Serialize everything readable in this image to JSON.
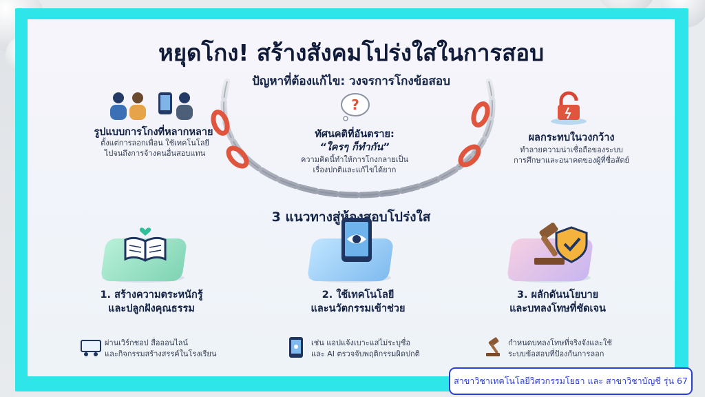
{
  "poster": {
    "title": "หยุดโกง! สร้างสังคมโปร่งใสในการสอบ",
    "subtitle": "ปัญหาที่ต้องแก้ไข: วงจรการโกงข้อสอบ",
    "problems": [
      {
        "title": "รูปแบบการโกงที่หลากหลาย",
        "desc_lines": [
          "ตั้งแต่การลอกเพื่อน ใช้เทคโนโลยี",
          "ไปจนถึงการจ้างคนอื่นสอบแทน"
        ]
      },
      {
        "title": "ทัศนคติที่อันตราย:",
        "quote": "“ใครๆ ก็ทำกัน”",
        "desc_lines": [
          "ความคิดนี้ทำให้การโกงกลายเป็น",
          "เรื่องปกติและแก้ไขได้ยาก"
        ]
      },
      {
        "title": "ผลกระทบในวงกว้าง",
        "desc_lines": [
          "ทำลายความน่าเชื่อถือของระบบ",
          "การศึกษาและอนาคตของผู้ที่ซื่อสัตย์"
        ]
      }
    ],
    "section_title": "3 แนวทางสู่ห้องสอบโปร่งใส",
    "pillars": [
      {
        "title_lines": [
          "1. สร้างความตระหนักรู้",
          "และปลูกฝังคุณธรรม"
        ],
        "desc_lines": [
          "ผ่านเวิร์กชอป สื่อออนไลน์",
          "และกิจกรรมสร้างสรรค์ในโรงเรียน"
        ]
      },
      {
        "title_lines": [
          "2. ใช้เทคโนโลยี",
          "และนวัตกรรมเข้าช่วย"
        ],
        "desc_lines": [
          "เช่น แอปแจ้งเบาะแสไม่ระบุชื่อ",
          "และ AI ตรวจจับพฤติกรรมผิดปกติ"
        ]
      },
      {
        "title_lines": [
          "3. ผลักดันนโยบาย",
          "และบทลงโทษที่ชัดเจน"
        ],
        "desc_lines": [
          "กำหนดบทลงโทษที่จริงจังและใช้",
          "ระบบข้อสอบที่ป้องกันการลอก"
        ]
      }
    ]
  },
  "footer": {
    "text": "สาขาวิชาเทคโนโลยีวิศวกรรมโยธา และ สาขาวิชาบัญชี รุ่น 67"
  },
  "colors": {
    "frame": "#2ee6ea",
    "chain": "#c9cdd5",
    "chain_red": "#e0553d",
    "footer_border": "#2a3fd0"
  }
}
